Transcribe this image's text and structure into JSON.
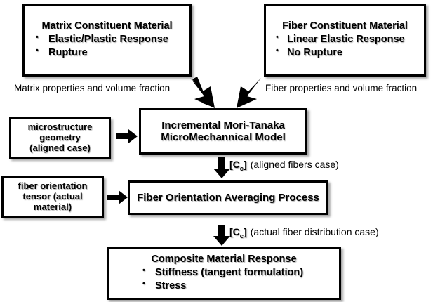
{
  "diagram": {
    "title": "Incremental Mori-Tanaka micromechanical modeling flowchart",
    "colors": {
      "stroke": "#000000",
      "background": "#ffffff",
      "text": "#000000"
    },
    "boxes": {
      "matrix": {
        "title": "Matrix Constituent Material",
        "bullets": [
          "Elastic/Plastic Response",
          "Rupture"
        ]
      },
      "fiber": {
        "title": "Fiber Constituent Material",
        "bullets": [
          "Linear Elastic Response",
          "No Rupture"
        ]
      },
      "microstructure": {
        "line1": "microstructure",
        "line2": "geometry",
        "line3": "(aligned case)"
      },
      "tensor": {
        "line1": "fiber orientation",
        "line2": "tensor (actual",
        "line3": "material)"
      },
      "model": {
        "line1": "Incremental Mori-Tanaka",
        "line2": "MicroMechannical Model"
      },
      "averaging": {
        "line1": "Fiber Orientation Averaging Process"
      },
      "composite": {
        "title": "Composite Material Response",
        "bullets": [
          "Stiffness (tangent formulation)",
          "Stress"
        ]
      }
    },
    "edge_labels": {
      "matrix_input": "Matrix properties and volume fraction",
      "fiber_input": "Fiber properties and volume fraction",
      "cc_symbol": "[C",
      "cc_subscript": "c",
      "cc_close": "]",
      "cc_aligned_note": "(aligned fibers case)",
      "cc_actual_note": "(actual fiber distribution case)"
    },
    "arrows": [
      {
        "name": "matrix-to-model",
        "kind": "diagonal-down-right"
      },
      {
        "name": "fiber-to-model",
        "kind": "diagonal-down-left"
      },
      {
        "name": "microstructure-to-model",
        "kind": "right"
      },
      {
        "name": "model-to-averaging",
        "kind": "down"
      },
      {
        "name": "tensor-to-averaging",
        "kind": "right"
      },
      {
        "name": "averaging-to-composite",
        "kind": "down"
      }
    ]
  }
}
